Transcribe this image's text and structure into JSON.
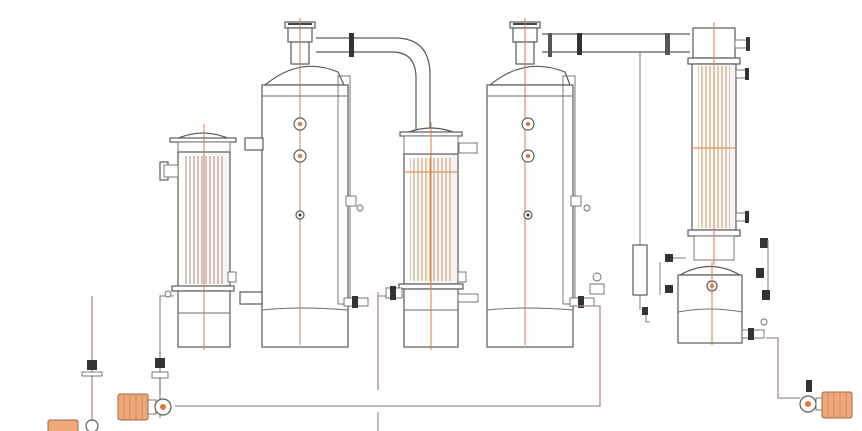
{
  "diagram": {
    "palette": {
      "vessel_fill": "#ffffff",
      "vessel_stroke": "#5a5a5a",
      "centerline": "#e07a3c",
      "process_line": "#b0869a",
      "tube_bundle": "#d4a46a",
      "pump_motor": "#f0a878",
      "valve_dark": "#333333"
    },
    "components": [
      "effect-1-separator",
      "effect-1-heater",
      "effect-2-separator",
      "effect-2-heater",
      "condenser",
      "receiver-tank",
      "feed-pump",
      "discharge-pump",
      "vapor-duct"
    ]
  }
}
